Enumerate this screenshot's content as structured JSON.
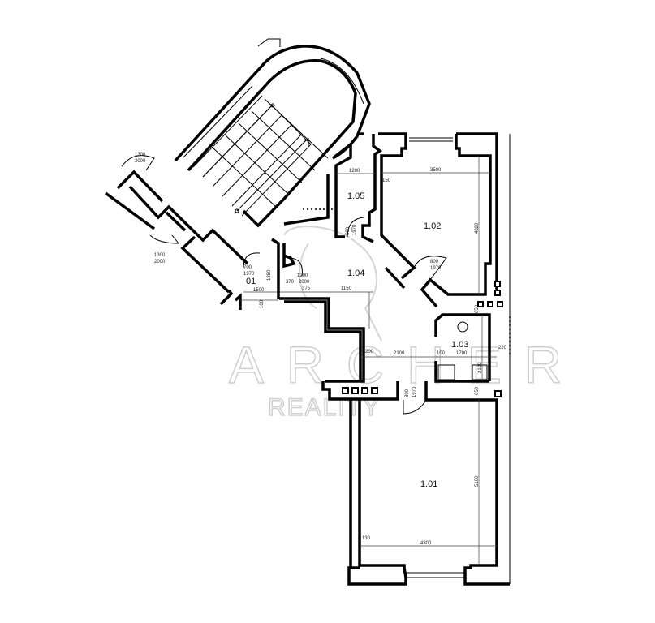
{
  "rooms": [
    {
      "id": "1.01"
    },
    {
      "id": "1.02"
    },
    {
      "id": "1.03"
    },
    {
      "id": "1.04"
    },
    {
      "id": "1.05"
    },
    {
      "id": "01"
    }
  ],
  "dimensions": {
    "r105_width": "1200",
    "r102_width": "3500",
    "r102_offset": "150",
    "r102_height": "4820",
    "r102_door_w": "800",
    "r102_door_h": "1970",
    "r105_door_w": "600",
    "r105_door_h": "1970",
    "hall_1150": "1150",
    "hall_1200": "1200",
    "hall_2000": "2000",
    "hall_375": "375",
    "hall_370": "370",
    "r01_width": "1500",
    "r01_100": "100",
    "r01_door_w": "700",
    "r01_door_h": "1970",
    "r01_1880": "1880",
    "hall_2100": "2100",
    "hall_200": "200",
    "r103_100": "100",
    "r103_width": "1700",
    "r103_height": "2100",
    "r103_220": "220",
    "r103_650": "650",
    "r101_door_w": "800",
    "r101_door_h": "1970",
    "r101_650": "650",
    "r101_height": "5100",
    "r101_width": "4300",
    "r101_130": "130",
    "stair_door1_w": "1300",
    "stair_door1_h": "2000",
    "stair_door2_w": "1300",
    "stair_door2_h": "2000"
  },
  "watermark": {
    "line1": "ARCHER",
    "line2": "REALITY"
  }
}
